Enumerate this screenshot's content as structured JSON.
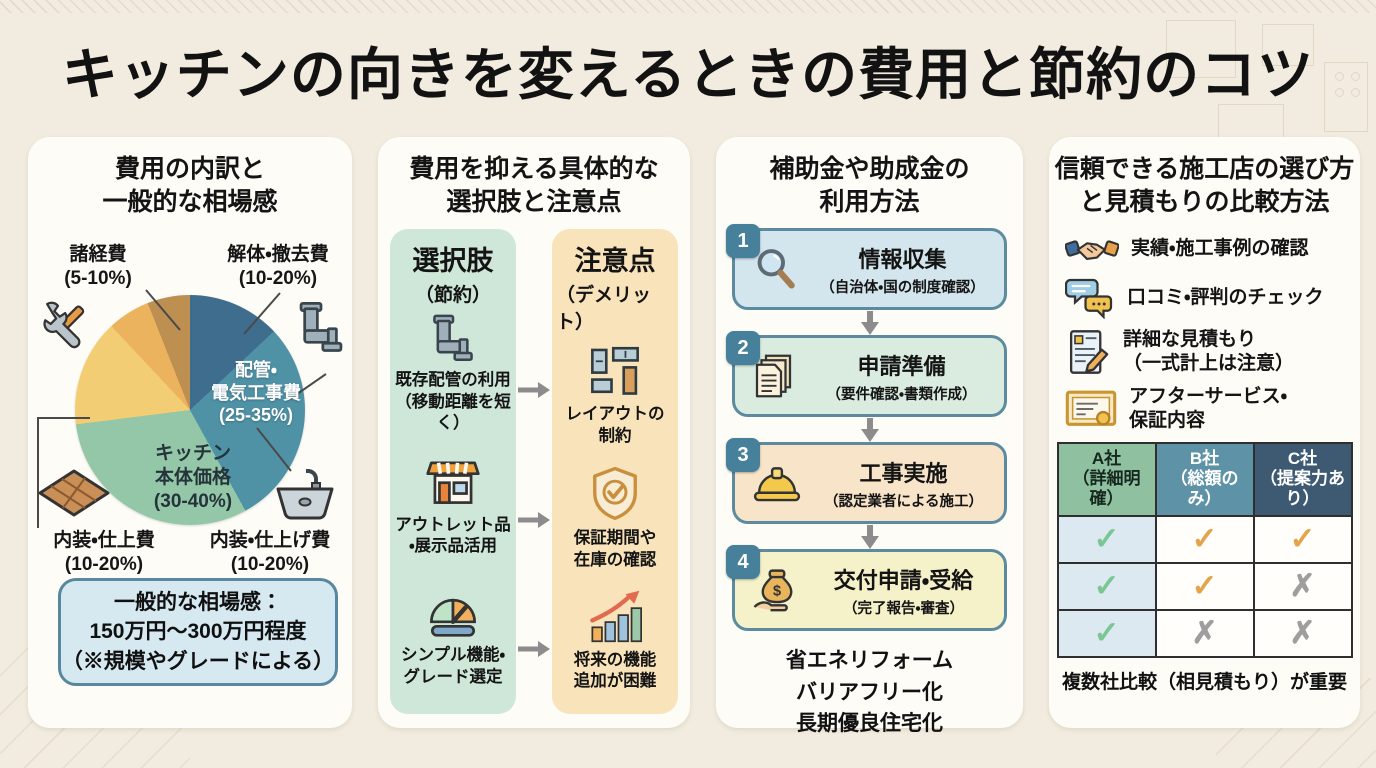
{
  "title": "キッチンの向きを変えるときの費用と節約のコツ",
  "cost": {
    "heading": "費用の内訳と\n一般的な相場感",
    "chart_data": {
      "type": "pie",
      "title": "費用の内訳と一般的な相場感",
      "slices": [
        {
          "label": "解体・撤去費 (10-20%)",
          "value": 13,
          "color": "#3f6d8e"
        },
        {
          "label": "配管・電気工事費 (25-35%)",
          "value": 29,
          "color": "#4f92a6"
        },
        {
          "label": "キッチン本体価格 (30-40%)",
          "value": 31,
          "color": "#93c7a8"
        },
        {
          "label": "内装・仕上費 (10-20%)",
          "value": 15,
          "color": "#f3cd74"
        },
        {
          "label": "内装・仕上げ費 (10-20%)",
          "value": 6,
          "color": "#ecb35e"
        },
        {
          "label": "諸経費 (5-10%)",
          "value": 6,
          "color": "#bd8f50"
        }
      ],
      "legend_position": "around-pie"
    },
    "labels": {
      "misc": "諸経費\n(5-10%)",
      "demolition": "解体・撤去費\n(10-20%)",
      "piping": "配管・\n電気工事費\n(25-35%)",
      "kitchen": "キッチン\n本体価格\n(30-40%)",
      "interior_left": "内装・仕上費\n(10-20%)",
      "interior_right": "内装・仕上げ費\n(10-20%)"
    },
    "summary": "一般的な相場感：\n150万円〜300万円程度\n（※規模やグレードによる）",
    "summary_bg": "#d6e8f0",
    "summary_border": "#5a87a0"
  },
  "savings": {
    "heading": "費用を抑える具体的な\n選択肢と注意点",
    "options_header": "選択肢",
    "options_sub": "（節約）",
    "options_bg": "#cfe7d9",
    "cautions_header": "注意点",
    "cautions_sub": "（デメリット）",
    "cautions_bg": "#f8e3ba",
    "rows": [
      {
        "option": "既存配管の利用\n（移動距離を短く）",
        "caution": "レイアウトの\n制約"
      },
      {
        "option": "アウトレット品\n・展示品活用",
        "caution": "保証期間や\n在庫の確認"
      },
      {
        "option": "シンプル機能・\nグレード選定",
        "caution": "将来の機能\n追加が困難"
      }
    ]
  },
  "subsidy": {
    "heading": "補助金や助成金の\n利用方法",
    "steps": [
      {
        "num": "1",
        "title": "情報収集",
        "sub": "（自治体・国の制度確認）",
        "bg": "#d3e5ed"
      },
      {
        "num": "2",
        "title": "申請準備",
        "sub": "（要件確認・書類作成）",
        "bg": "#d9ecdf"
      },
      {
        "num": "3",
        "title": "工事実施",
        "sub": "（認定業者による施工）",
        "bg": "#f8e4c9"
      },
      {
        "num": "4",
        "title": "交付申請・受給",
        "sub": "（完了報告・審査）",
        "bg": "#f5f1c9"
      }
    ],
    "examples": {
      "line1": "省エネリフォーム",
      "line2": "バリアフリー化",
      "line3": "長期優良住宅化"
    }
  },
  "contractor": {
    "heading": "信頼できる施工店の選び方\nと見積もりの比較方法",
    "checkpoints": [
      {
        "label": "実績・施工事例の確認"
      },
      {
        "label": "口コミ・評判のチェック"
      },
      {
        "label": "詳細な見積もり\n（一式計上は注意）"
      },
      {
        "label": "アフターサービス・\n保証内容"
      }
    ],
    "table": {
      "headers": [
        "A社\n（詳細明確）",
        "B社\n（総額のみ）",
        "C社\n（提案力あり）"
      ],
      "header_colors": [
        "#8fc1a0",
        "#5e93a7",
        "#3d5a72"
      ],
      "rows": [
        [
          "✓",
          "✓",
          "✓"
        ],
        [
          "✓",
          "✓",
          "✗"
        ],
        [
          "✓",
          "✗",
          "✗"
        ]
      ],
      "colors": {
        "check_a": "#7cc694",
        "check_other": "#e2a44c",
        "cross": "#9e9e9e",
        "col_a_bg": "#dce9f1"
      }
    },
    "footer": "複数社比較（相見積もり）が重要"
  }
}
